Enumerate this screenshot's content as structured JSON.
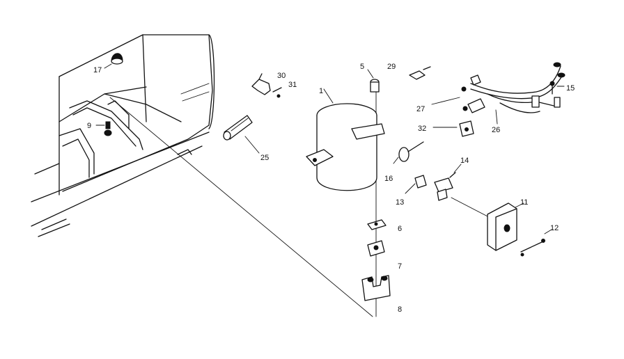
{
  "labels": {
    "p1": "1",
    "p5": "5",
    "p6": "6",
    "p7": "7",
    "p8": "8",
    "p9": "9",
    "p11": "11",
    "p12": "12",
    "p13": "13",
    "p14": "14",
    "p15": "15",
    "p16": "16",
    "p17": "17",
    "p25": "25",
    "p26": "26",
    "p27": "27",
    "p29": "29",
    "p30": "30",
    "p31": "31",
    "p32": "32"
  }
}
